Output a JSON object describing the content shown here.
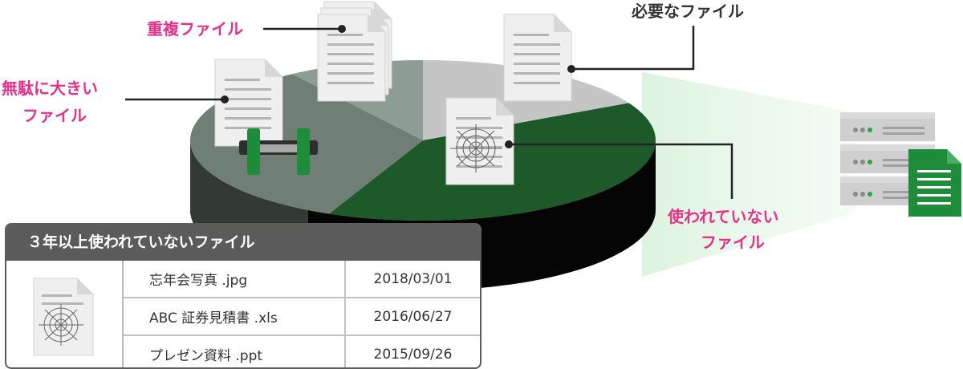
{
  "labels": {
    "duplicate": "重複ファイル",
    "large_line1": "無駄に大きい",
    "large_line2": "ファイル",
    "needed": "必要なファイル",
    "unused_line1": "使われていない",
    "unused_line2": "ファイル"
  },
  "colors": {
    "accent_pink": "#e0338a",
    "pie_gray_light": "#c9c9c9",
    "pie_gray_mid": "#8a9a94",
    "pie_gray_dark": "#6b7c72",
    "pie_green": "#1f5a2a",
    "server_doc_green": "#1e8c3a"
  },
  "table": {
    "title": "３年以上使われていないファイル",
    "rows": [
      {
        "name": "忘年会写真 .jpg",
        "date": "2018/03/01"
      },
      {
        "name": "ABC 証券見積書 .xls",
        "date": "2016/06/27"
      },
      {
        "name": "プレゼン資料 .ppt",
        "date": "2015/09/26"
      }
    ]
  }
}
